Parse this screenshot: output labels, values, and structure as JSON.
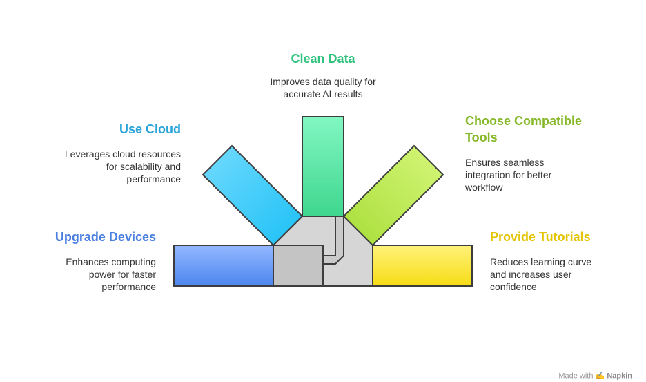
{
  "items": {
    "clean_data": {
      "title": "Clean Data",
      "desc": "Improves data quality for accurate AI results",
      "color": "#33c27f"
    },
    "use_cloud": {
      "title": "Use Cloud",
      "desc": "Leverages cloud resources for scalability and performance",
      "color": "#2aa4d8"
    },
    "choose_tools": {
      "title": "Choose Compatible Tools",
      "desc": "Ensures seamless integration for better workflow",
      "color": "#86b82a"
    },
    "upgrade_devices": {
      "title": "Upgrade Devices",
      "desc": "Enhances computing power for faster performance",
      "color": "#4a7fe0"
    },
    "provide_tutorials": {
      "title": "Provide Tutorials",
      "desc": "Reduces learning curve and increases user confidence",
      "color": "#e3c400"
    }
  },
  "footer": {
    "made_with": "Made with",
    "brand": "Napkin"
  }
}
